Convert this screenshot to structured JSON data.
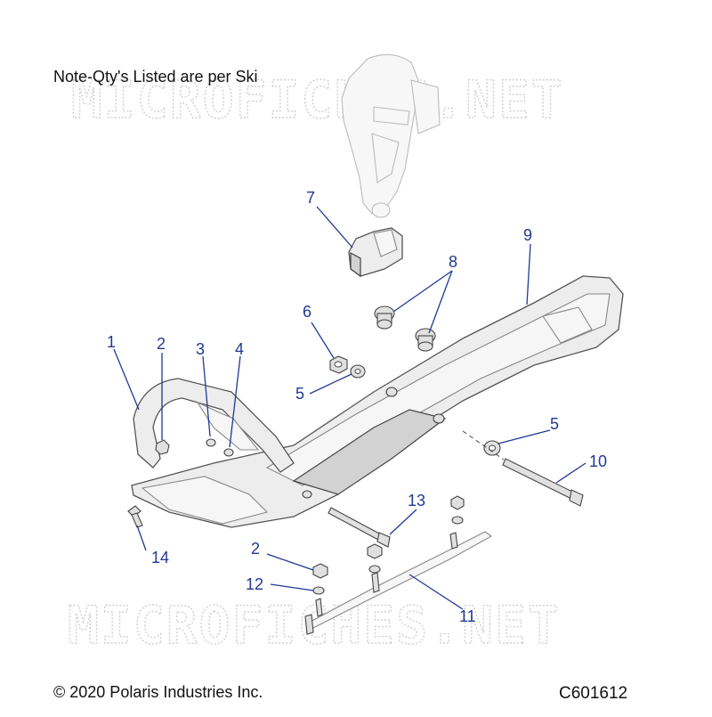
{
  "note": "Note-Qty's Listed are per Ski",
  "watermark": "MICROFICHES.NET",
  "copyright": "© 2020 Polaris Industries Inc.",
  "diagram_code": "C601612",
  "callouts": [
    "1",
    "2",
    "3",
    "4",
    "5",
    "6",
    "7",
    "8",
    "9",
    "5",
    "10",
    "13",
    "2",
    "12",
    "11",
    "14"
  ],
  "colors": {
    "callout": "#1f3a93",
    "line": "#555555"
  }
}
